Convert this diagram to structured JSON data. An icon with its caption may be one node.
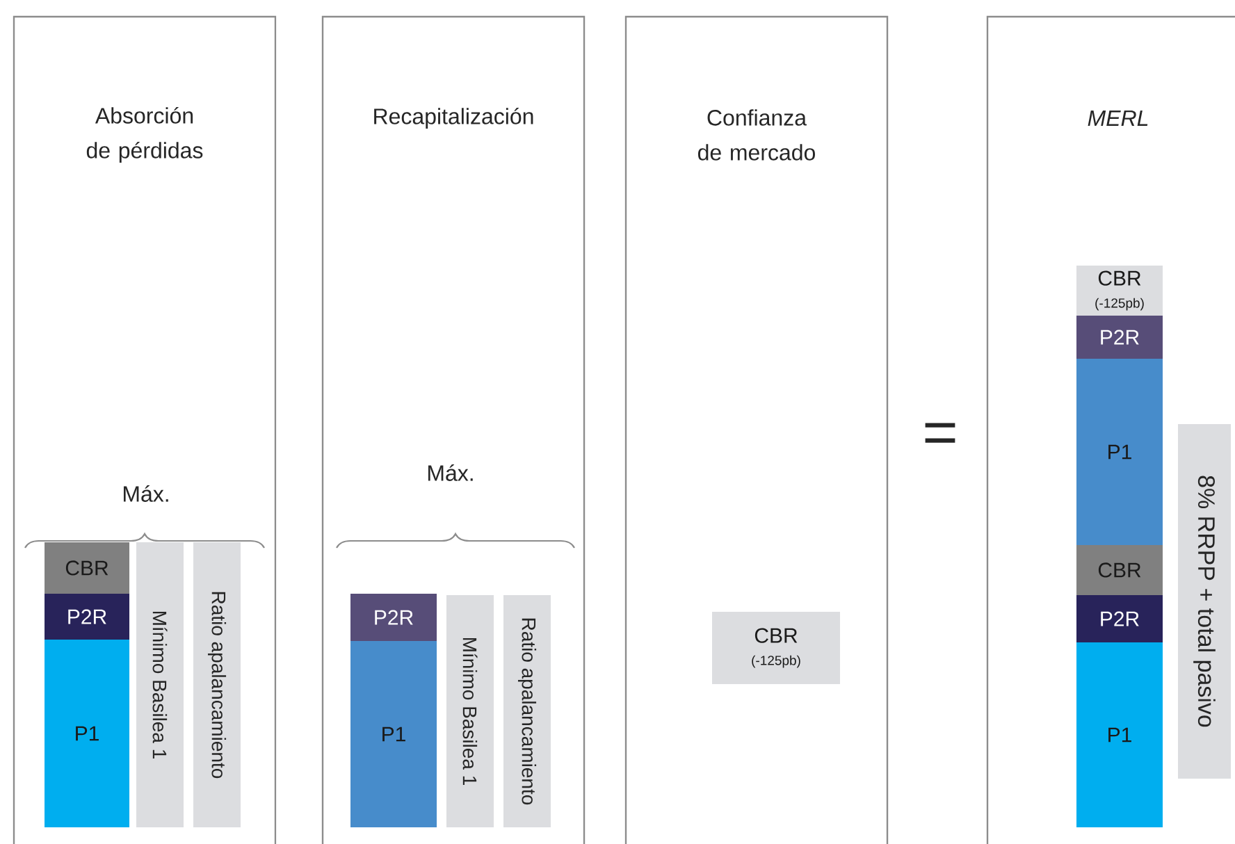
{
  "diagram": {
    "nodes": [
      {
        "text": [
          "Absorción de pérdidas"
        ]
      },
      {
        "text": [
          "CBR"
        ],
        "in": 0
      },
      {
        "text": [
          "P2R"
        ],
        "in": 0
      },
      {
        "text": [
          "P1"
        ],
        "in": 0
      },
      {
        "text": [
          "Mínimo Basilea 1"
        ],
        "in": 0
      },
      {
        "text": [
          "Ratio apalancamiento"
        ],
        "in": 0
      },
      {
        "text": [
          "Recapitalización"
        ]
      },
      {
        "text": [
          "P2R"
        ],
        "in": 6
      },
      {
        "text": [
          "P1"
        ],
        "in": 6
      },
      {
        "text": [
          "Mínimo Basilea 1"
        ],
        "in": 6
      },
      {
        "text": [
          "Ratio apalancamiento"
        ],
        "in": 6
      },
      {
        "text": [
          "Confianza de mercado"
        ]
      },
      {
        "text": [
          "CBR",
          "(-125pb)"
        ],
        "in": 11
      },
      {
        "text": [
          "MERL"
        ]
      },
      {
        "text": [
          "CBR",
          "(-125pb)"
        ],
        "in": 13
      },
      {
        "text": [
          "P2R"
        ],
        "in": 13
      },
      {
        "text": [
          "P1"
        ],
        "in": 13
      },
      {
        "text": [
          "CBR"
        ],
        "in": 13
      },
      {
        "text": [
          "P2R"
        ],
        "in": 13
      },
      {
        "text": [
          "P1"
        ],
        "in": 13
      },
      {
        "text": [
          "8% RRPP + total pasivo"
        ],
        "in": 13
      }
    ],
    "labels": [
      "Máx.",
      "Máx.",
      "="
    ]
  }
}
